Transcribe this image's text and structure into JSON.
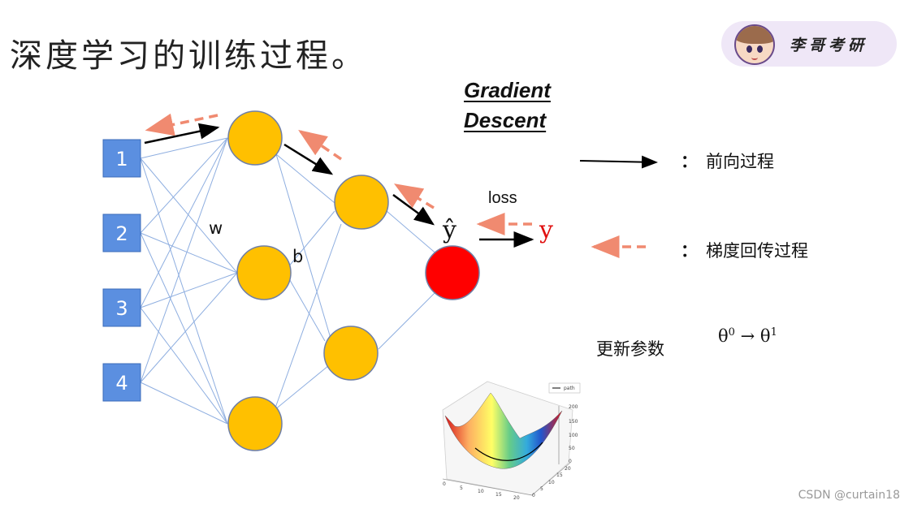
{
  "title": "深度学习的训练过程。",
  "badge": {
    "label": "李哥考研"
  },
  "gradient_descent": {
    "line1": "Gradient",
    "line2": "Descent"
  },
  "inputs": [
    "1",
    "2",
    "3",
    "4"
  ],
  "labels": {
    "w": "w",
    "b": "b",
    "loss": "loss",
    "y_hat": "ŷ",
    "y": "y"
  },
  "legend": {
    "forward": "前向过程",
    "backward": "梯度回传过程",
    "colon": "："
  },
  "update": {
    "label": "更新参数",
    "theta_from": "θ",
    "theta_from_sup": "0",
    "arrow": "→",
    "theta_to": "θ",
    "theta_to_sup": "1"
  },
  "inset_plot": {
    "legend": "path",
    "z_ticks": [
      "200",
      "150",
      "100",
      "50",
      "0"
    ],
    "x_ticks": [
      "0",
      "5",
      "10",
      "15",
      "20"
    ],
    "y_ticks": [
      "0",
      "5",
      "10",
      "15",
      "20"
    ]
  },
  "colors": {
    "input_node": "#5b8fe0",
    "hidden_node": "#ffc000",
    "output_node": "#ff0000",
    "edge": "#8eaee0",
    "forward_arrow": "#000000",
    "backward_arrow": "#f08a70"
  },
  "watermark": "CSDN @curtain18"
}
